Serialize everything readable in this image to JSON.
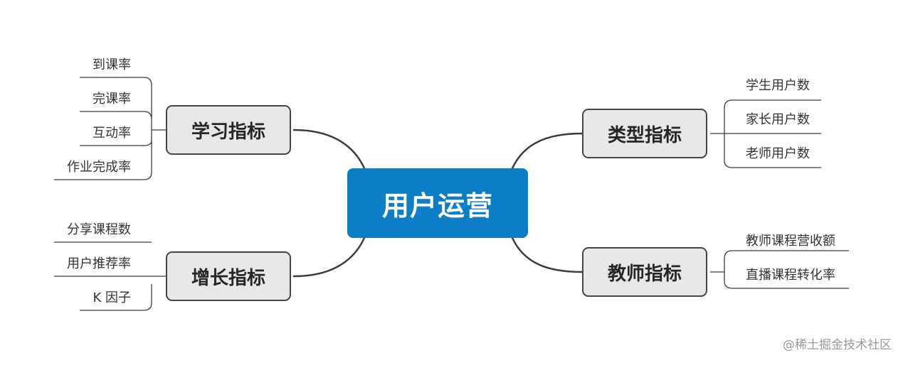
{
  "central": {
    "label": "用户运营"
  },
  "branches": {
    "learning": {
      "label": "学习指标",
      "items": [
        "到课率",
        "完课率",
        "互动率",
        "作业完成率"
      ]
    },
    "growth": {
      "label": "增长指标",
      "items": [
        "分享课程数",
        "用户推荐率",
        "K 因子"
      ]
    },
    "types": {
      "label": "类型指标",
      "items": [
        "学生用户数",
        "家长用户数",
        "老师用户数"
      ]
    },
    "teacher": {
      "label": "教师指标",
      "items": [
        "教师课程营收额",
        "直播课程转化率"
      ]
    }
  },
  "watermark": "@稀土掘金技术社区",
  "colors": {
    "central_fill": "#0c7ec8",
    "branch_fill": "#e8e8e8",
    "line": "#3c3c3c"
  }
}
